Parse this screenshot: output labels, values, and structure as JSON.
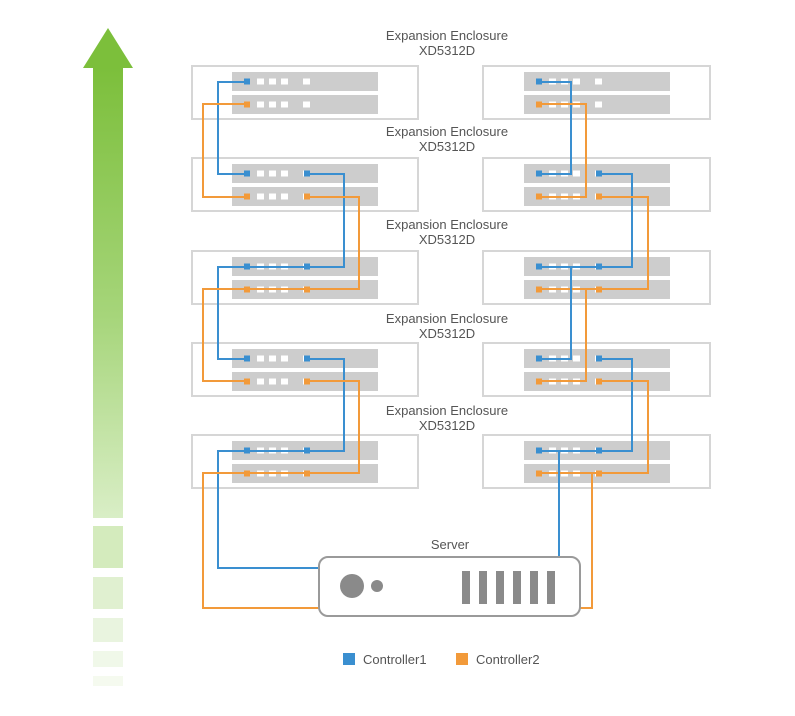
{
  "enclosure_label": {
    "name": "Expansion Enclosure",
    "model": "XD5312D"
  },
  "server_label": "Server",
  "legend": [
    {
      "label": "Controller1",
      "color": "#3a8fd0"
    },
    {
      "label": "Controller2",
      "color": "#f29a3a"
    }
  ],
  "colors": {
    "controller1": "#3a8fd0",
    "controller2": "#f29a3a",
    "arrow": "#8bc34a",
    "enclosure_border": "#d6d6d6",
    "module_fill": "#cdcdcd"
  },
  "icons": [
    "up-arrow-icon",
    "enclosure-icon",
    "server-icon"
  ]
}
